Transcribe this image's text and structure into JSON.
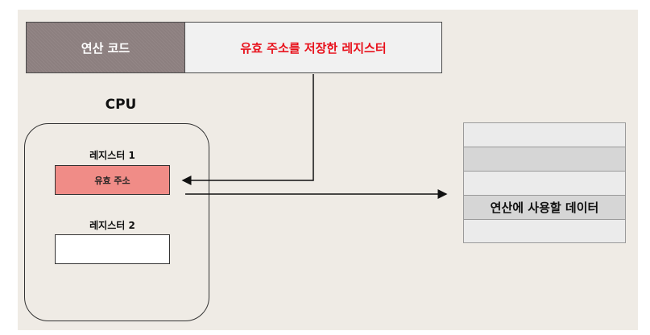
{
  "instruction": {
    "opcode_label": "연산 코드",
    "operand_label": "유효 주소를 저장한 레지스터",
    "operand_color": "#e8111b"
  },
  "cpu": {
    "label": "CPU",
    "registers": [
      {
        "name": "레지스터 1",
        "value": "유효 주소",
        "fill": "#f08c87"
      },
      {
        "name": "레지스터 2",
        "value": "",
        "fill": "#ffffff"
      }
    ]
  },
  "memory": {
    "cells": [
      {
        "text": "",
        "fill": "#ebebeb"
      },
      {
        "text": "",
        "fill": "#d6d6d6"
      },
      {
        "text": "",
        "fill": "#ebebeb"
      },
      {
        "text": "연산에 사용할 데이터",
        "fill": "#d6d6d6"
      },
      {
        "text": "",
        "fill": "#ebebeb"
      }
    ]
  }
}
